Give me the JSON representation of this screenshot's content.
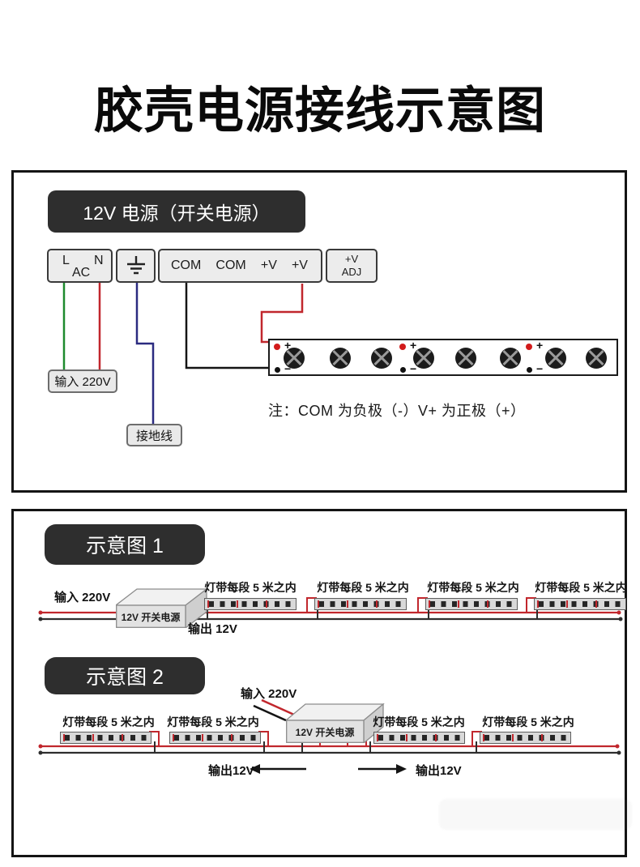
{
  "title": "胶壳电源接线示意图",
  "colors": {
    "wire_green": "#1e8a2d",
    "wire_red": "#c1272d",
    "wire_blue": "#2b2b80",
    "wire_black": "#141414",
    "bus_red": "#c1272d",
    "bus_black": "#2e2e2e"
  },
  "panel1": {
    "psu_label": "12V 电源（开关电源）",
    "terminal_l": "L",
    "terminal_ac": "AC",
    "terminal_n": "N",
    "terminal_com1": "COM",
    "terminal_com2": "COM",
    "terminal_v1": "+V",
    "terminal_v2": "+V",
    "terminal_adj_line1": "+V",
    "terminal_adj_line2": "ADJ",
    "input_label": "输入 220V",
    "ground_label": "接地线",
    "plus": "+",
    "minus": "−",
    "note": "注：COM 为负极（-）V+ 为正极（+）"
  },
  "panel2": {
    "d1": {
      "title": "示意图 1",
      "input": "输入 220V",
      "psu": "12V 开关电源",
      "output": "输出 12V",
      "strip_label": "灯带每段 5 米之内"
    },
    "d2": {
      "title": "示意图 2",
      "input": "输入 220V",
      "psu": "12V 开关电源",
      "output_left": "输出12V",
      "output_right": "输出12V",
      "strip_label": "灯带每段 5 米之内"
    }
  }
}
